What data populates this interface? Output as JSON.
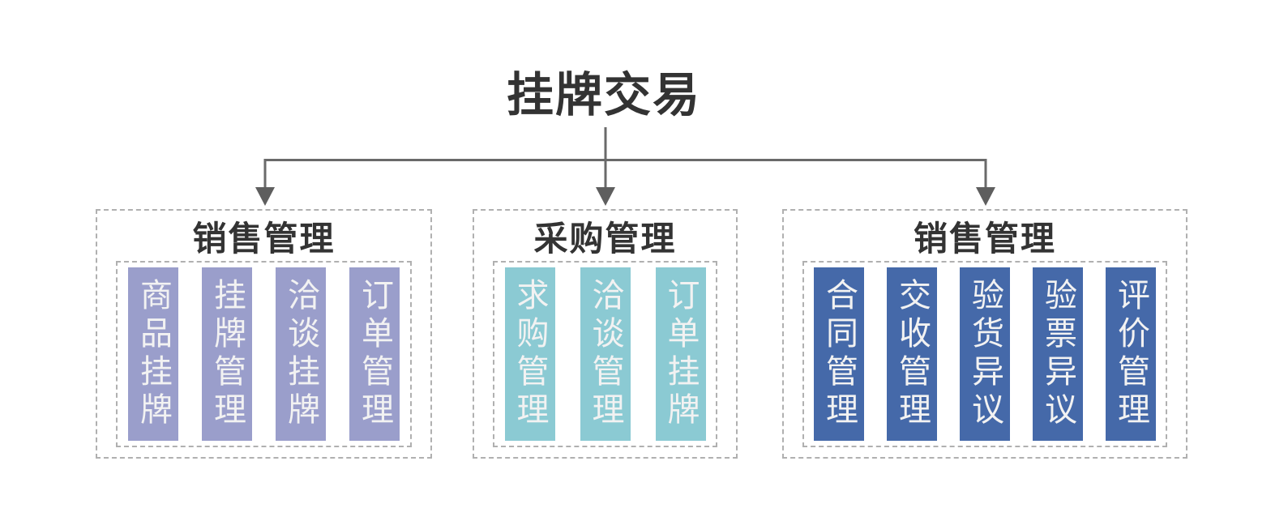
{
  "title": "挂牌交易",
  "colors": {
    "c-purple": "#9a9ecb",
    "c-teal": "#8bcad3",
    "c-blue": "#4569a9",
    "c-line": "#6a6a6a",
    "c-border": "#b0b0b0",
    "c-title": "#333333",
    "c-coltext": "#f2f2f2"
  },
  "groups": [
    {
      "title": "销售管理",
      "color": "#9a9ecb",
      "items": [
        "商品挂牌",
        "挂牌管理",
        "洽谈挂牌",
        "订单管理"
      ]
    },
    {
      "title": "采购管理",
      "color": "#8bcad3",
      "items": [
        "求购管理",
        "洽谈管理",
        "订单挂牌"
      ]
    },
    {
      "title": "销售管理",
      "color": "#4569a9",
      "items": [
        "合同管理",
        "交收管理",
        "验货异议",
        "验票异议",
        "评价管理"
      ]
    }
  ]
}
